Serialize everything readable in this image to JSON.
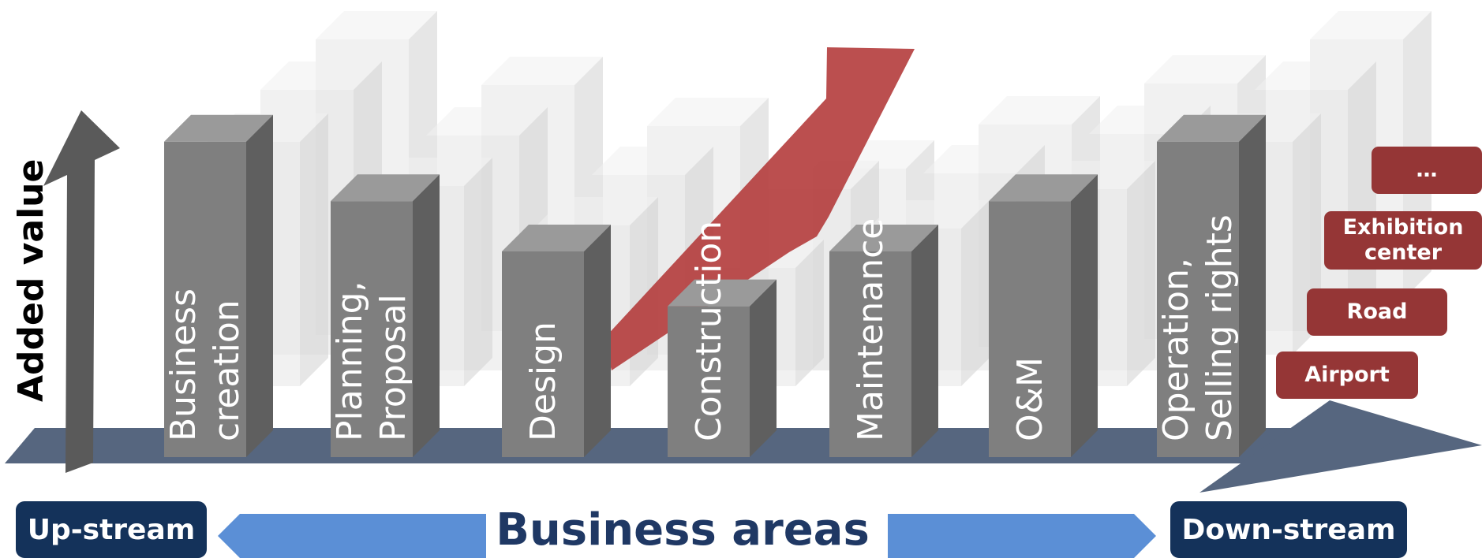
{
  "y_axis_label": "Added value",
  "business_areas": [
    {
      "label": "Business\ncreation",
      "bar_height": 0.69
    },
    {
      "label": "Planning,\nProposal",
      "bar_height": 0.56
    },
    {
      "label": "Design",
      "bar_height": 0.45
    },
    {
      "label": "Construction",
      "bar_height": 0.33
    },
    {
      "label": "Maintenance",
      "bar_height": 0.45
    },
    {
      "label": "O&M",
      "bar_height": 0.56
    },
    {
      "label": "Operation,\nSelling rights",
      "bar_height": 0.69
    }
  ],
  "sectors": [
    {
      "label": "…"
    },
    {
      "label": "Exhibition\ncenter"
    },
    {
      "label": "Road"
    },
    {
      "label": "Airport"
    }
  ],
  "bottom": {
    "upstream": "Up-stream",
    "title": "Business areas",
    "downstream": "Down-stream"
  },
  "colors": {
    "bar_front": "#7f7f7f",
    "bar_top": "#9a9a9a",
    "bar_side": "#5f5f5f",
    "floor": "#56667f",
    "red_arrow": "#b43c3c",
    "tag": "#953636",
    "stream_box": "#14325a",
    "blue_arrow": "#5b8fd6",
    "title_text": "#1f3864"
  }
}
